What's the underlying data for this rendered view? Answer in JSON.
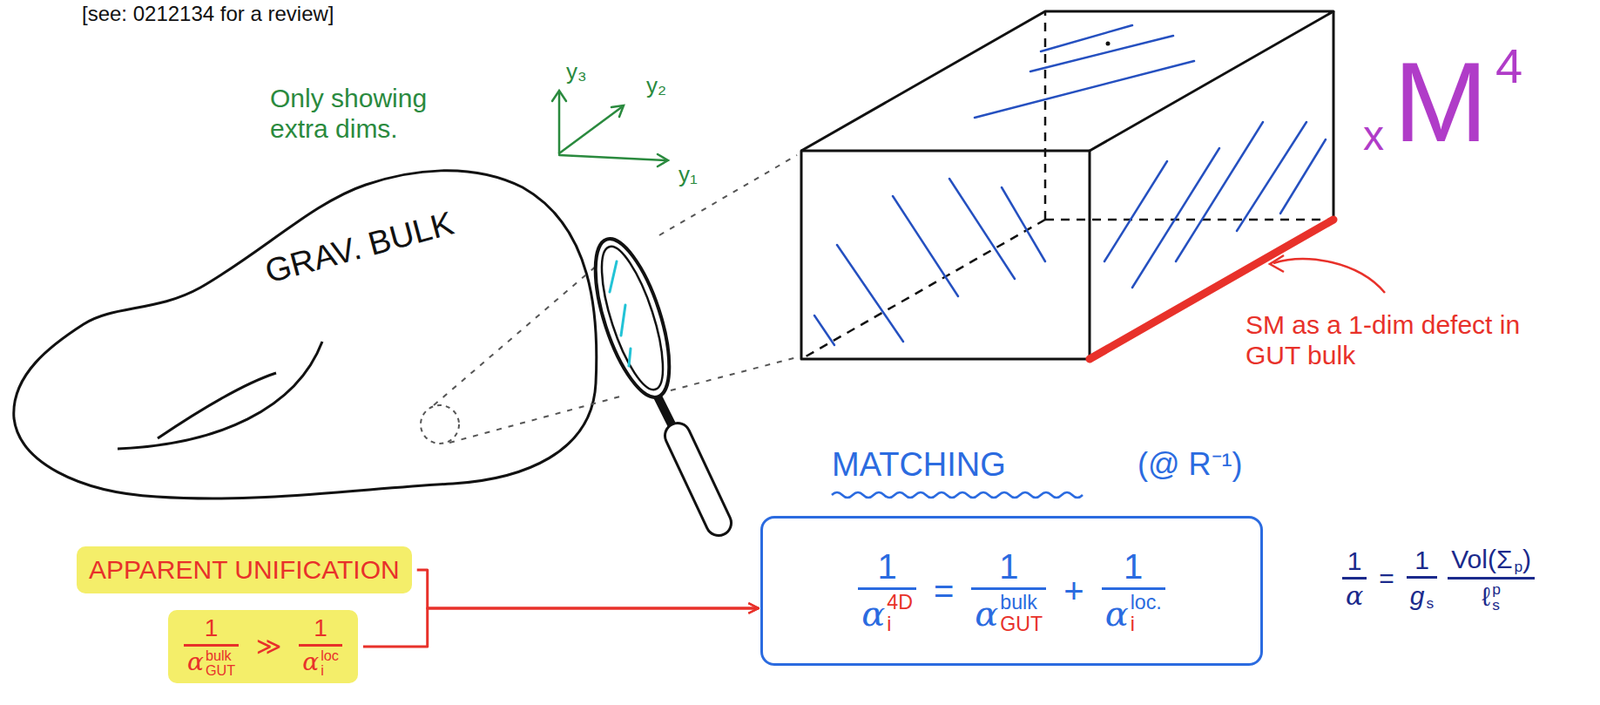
{
  "diagram": {
    "nodes": [
      {
        "text": [
          "1",
          "α",
          "4D",
          "i",
          "=",
          "1",
          "α",
          "bulk",
          "GUT",
          "+",
          "1",
          "α",
          "loc.",
          "i"
        ]
      },
      {
        "text": [
          "APPARENT UNIFICATION"
        ]
      },
      {
        "text": [
          "1",
          "α",
          "bulk",
          "GUT",
          "≫",
          "1",
          "α",
          "loc",
          "i"
        ]
      }
    ],
    "edges": [
      {
        "from": 1,
        "to": 0,
        "arrow": "to"
      },
      {
        "from": 2,
        "to": 0,
        "arrow": "to"
      }
    ],
    "labels": [
      "[see: 0212134 for a review]",
      "Only showing extra dims.",
      "y₃",
      "y₂",
      "y₁",
      "GRAV. BULK",
      "x",
      "M",
      "4",
      "SM as a 1-dim defect in GUT bulk",
      "MATCHING",
      "(@ R⁻¹)",
      "1",
      "α",
      "=",
      "1",
      "g",
      "s",
      "Vol(Σ",
      "p",
      ")",
      "ℓ",
      "s",
      "p"
    ]
  }
}
